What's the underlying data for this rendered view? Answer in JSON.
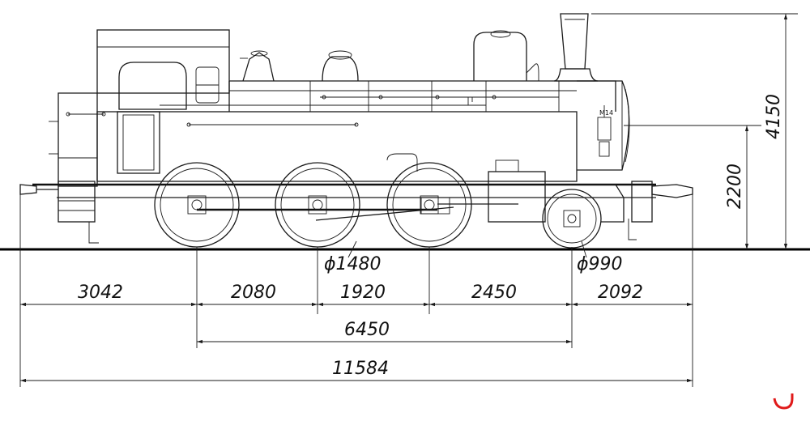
{
  "dimensions": {
    "horizontal": {
      "rear_overhang": "3042",
      "axle_1_2": "2080",
      "axle_2_3": "1920",
      "axle_3_4": "2450",
      "front_overhang": "2092",
      "wheelbase": "6450",
      "overall_length": "11584"
    },
    "vertical": {
      "boiler_axis_height": "2200",
      "overall_height": "4150"
    },
    "wheels": {
      "driving_wheel_diameter": "ϕ1480",
      "leading_wheel_diameter": "ϕ990"
    }
  },
  "plate_text": "M14",
  "colors": {
    "line": "#1a1a1a",
    "corner_mark": "#e01a1a"
  }
}
